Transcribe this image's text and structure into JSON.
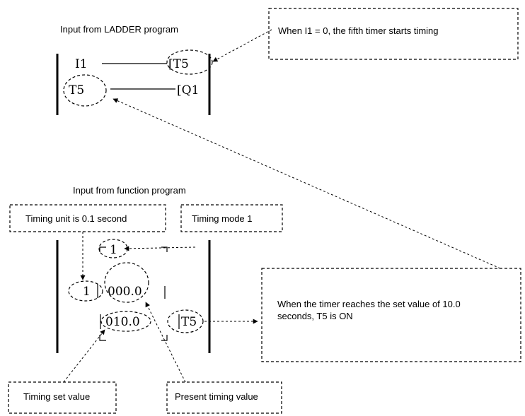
{
  "ladder": {
    "caption": "Input from LADDER program",
    "contact_1": "I1",
    "coil_1": "[T5",
    "contact_2": "T5",
    "coil_2": "[Q1"
  },
  "function_program": {
    "caption": "Input from function program",
    "mode_digit": "1",
    "unit_digit": "1",
    "present_value": "000.0",
    "set_value": "010.0",
    "output": "T5"
  },
  "callouts": {
    "timer_start": "When I1 = 0, the fifth timer starts timing",
    "timing_unit": "Timing unit is 0.1 second",
    "timing_mode": "Timing mode 1",
    "timer_on_line1": "When the timer reaches the set value of 10.0",
    "timer_on_line2": "seconds, T5 is ON",
    "set_value_label": "Timing set value",
    "present_value_label": "Present timing value"
  }
}
